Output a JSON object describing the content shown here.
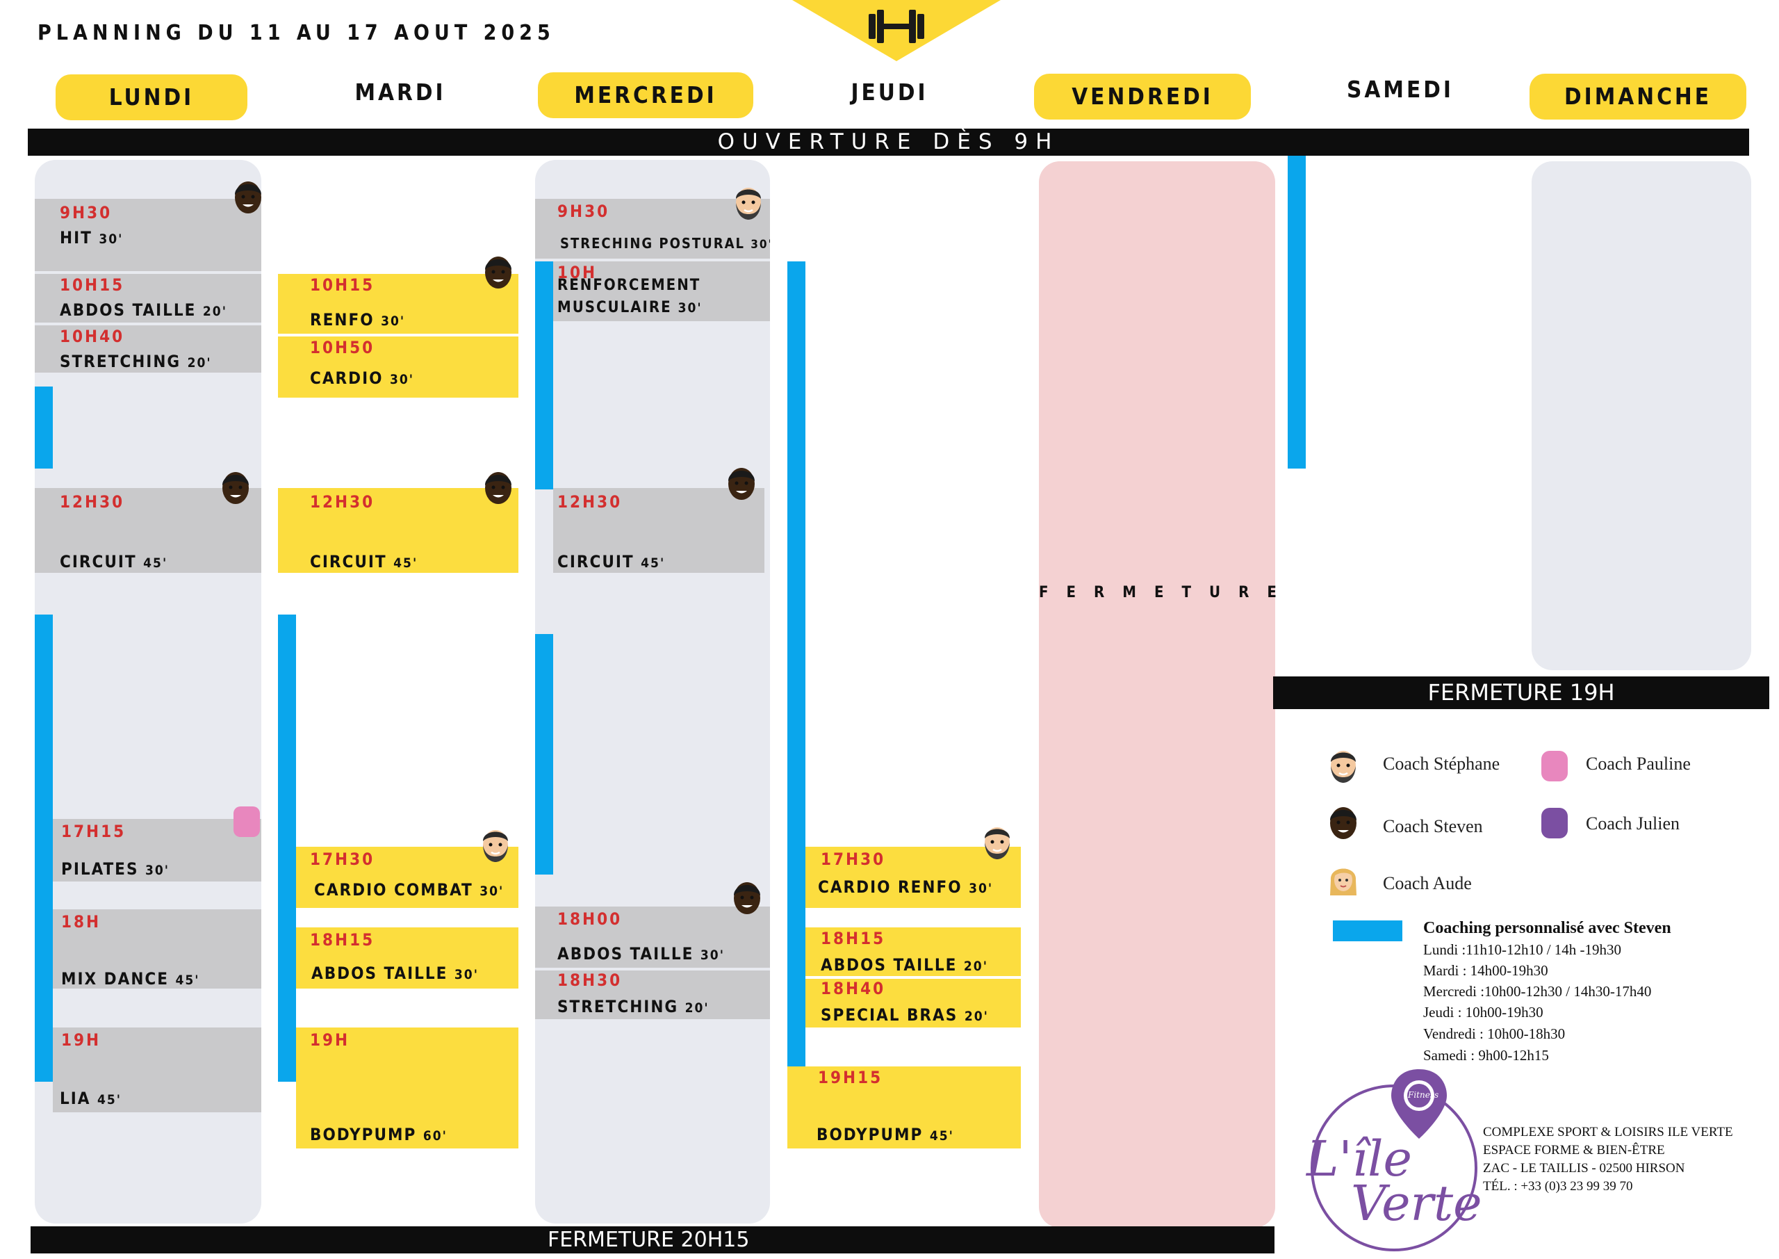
{
  "title": "PLANNING DU 11 AU 17 AOUT 2025",
  "days": [
    "LUNDI",
    "MARDI",
    "MERCREDI",
    "JEUDI",
    "VENDREDI",
    "SAMEDI",
    "DIMANCHE"
  ],
  "opening": "OUVERTURE DÈS 9H",
  "closing_main": "FERMETURE 20H15",
  "closing_sat": "FERMETURE 19H",
  "friday_closed": "FERMETURE",
  "classes": {
    "mon": [
      {
        "time": "9H30",
        "name": "HIT",
        "dur": "30'"
      },
      {
        "time": "10H15",
        "name": "ABDOS TAILLE",
        "dur": "20'"
      },
      {
        "time": "10H40",
        "name": "STRETCHING",
        "dur": "20'"
      },
      {
        "time": "12H30",
        "name": "CIRCUIT",
        "dur": "45'"
      },
      {
        "time": "17H15",
        "name": "PILATES",
        "dur": "30'"
      },
      {
        "time": "18H",
        "name": "MIX DANCE",
        "dur": "45'"
      },
      {
        "time": "19H",
        "name": "LIA",
        "dur": "45'"
      }
    ],
    "tue": [
      {
        "time": "10H15",
        "name": "RENFO",
        "dur": "30'"
      },
      {
        "time": "10H50",
        "name": "CARDIO",
        "dur": "30'"
      },
      {
        "time": "12H30",
        "name": "CIRCUIT",
        "dur": "45'"
      },
      {
        "time": "17H30",
        "name": "CARDIO COMBAT",
        "dur": "30'"
      },
      {
        "time": "18H15",
        "name": "ABDOS TAILLE",
        "dur": "30'"
      },
      {
        "time": "19H",
        "name": "BODYPUMP",
        "dur": "60'"
      }
    ],
    "wed": [
      {
        "time": "9H30",
        "name": "STRECHING POSTURAL",
        "dur": "30'"
      },
      {
        "time": "10H",
        "name": "RENFORCEMENT",
        "name2": "MUSCULAIRE",
        "dur": "30'"
      },
      {
        "time": "12H30",
        "name": "CIRCUIT",
        "dur": "45'"
      },
      {
        "time": "18H00",
        "name": "ABDOS TAILLE",
        "dur": "30'"
      },
      {
        "time": "18H30",
        "name": "STRETCHING",
        "dur": "20'"
      }
    ],
    "thu": [
      {
        "time": "17H30",
        "name": "CARDIO RENFO",
        "dur": "30'"
      },
      {
        "time": "18H15",
        "name": "ABDOS TAILLE",
        "dur": "20'"
      },
      {
        "time": "18H40",
        "name": "SPECIAL BRAS",
        "dur": "20'"
      },
      {
        "time": "19H15",
        "name": "BODYPUMP",
        "dur": "45'"
      }
    ]
  },
  "legend": {
    "stephane": "Coach Stéphane",
    "pauline": "Coach Pauline",
    "steven": "Coach Steven",
    "julien": "Coach Julien",
    "aude": "Coach Aude"
  },
  "coaching": {
    "title": "Coaching personnalisé avec Steven",
    "lines": [
      "Lundi :11h10-12h10 / 14h -19h30",
      "Mardi : 14h00-19h30",
      "Mercredi :10h00-12h30 / 14h30-17h40",
      "Jeudi : 10h00-19h30",
      "Vendredi : 10h00-18h30",
      "Samedi : 9h00-12h15"
    ]
  },
  "address": [
    "COMPLEXE SPORT & LOISIRS ILE VERTE",
    "ESPACE FORME & BIEN-ÊTRE",
    "ZAC - LE TAILLIS - 02500 HIRSON",
    "TÉL. : +33 (0)3 23 99 39 70"
  ],
  "logo": {
    "small": "Fitness",
    "line1": "L'île",
    "line2": "Verte"
  },
  "colors": {
    "yellow": "#fcdd3f",
    "gray": "#c9c9cb",
    "blue": "#0aa6ec",
    "closed": "#f4d1d2",
    "time_red": "#d32f2f",
    "purple": "#7b4fa2",
    "pink": "#e887be"
  }
}
